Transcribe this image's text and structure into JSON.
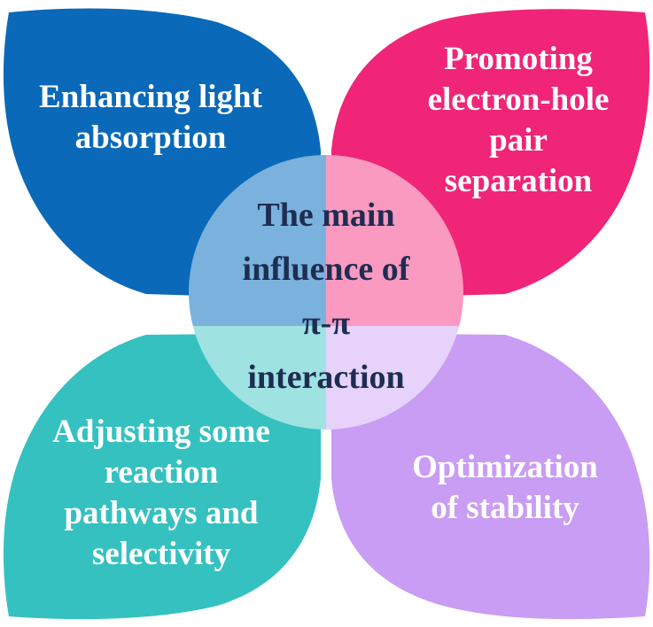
{
  "colors": {
    "petal_top_left": "#0a69b8",
    "petal_top_right": "#f02577",
    "petal_bottom_left": "#35c1c0",
    "petal_bottom_right": "#c89df3",
    "overlay_top_left": "#7ab2dd",
    "overlay_top_right": "#fa9ac0",
    "overlay_bottom_left": "#9ee2e1",
    "overlay_bottom_right": "#e6d2fa",
    "center_text": "#1e2d52",
    "petal_text": "#ffffff"
  },
  "center": {
    "label": "The main\ninfluence of\nπ-π\ninteraction"
  },
  "petals": {
    "top_left": {
      "label": "Enhancing light\nabsorption"
    },
    "top_right": {
      "label": "Promoting\nelectron-hole\npair\nseparation"
    },
    "bottom_left": {
      "label": "Adjusting some\nreaction\npathways and\nselectivity"
    },
    "bottom_right": {
      "label": "Optimization\nof stability"
    }
  }
}
